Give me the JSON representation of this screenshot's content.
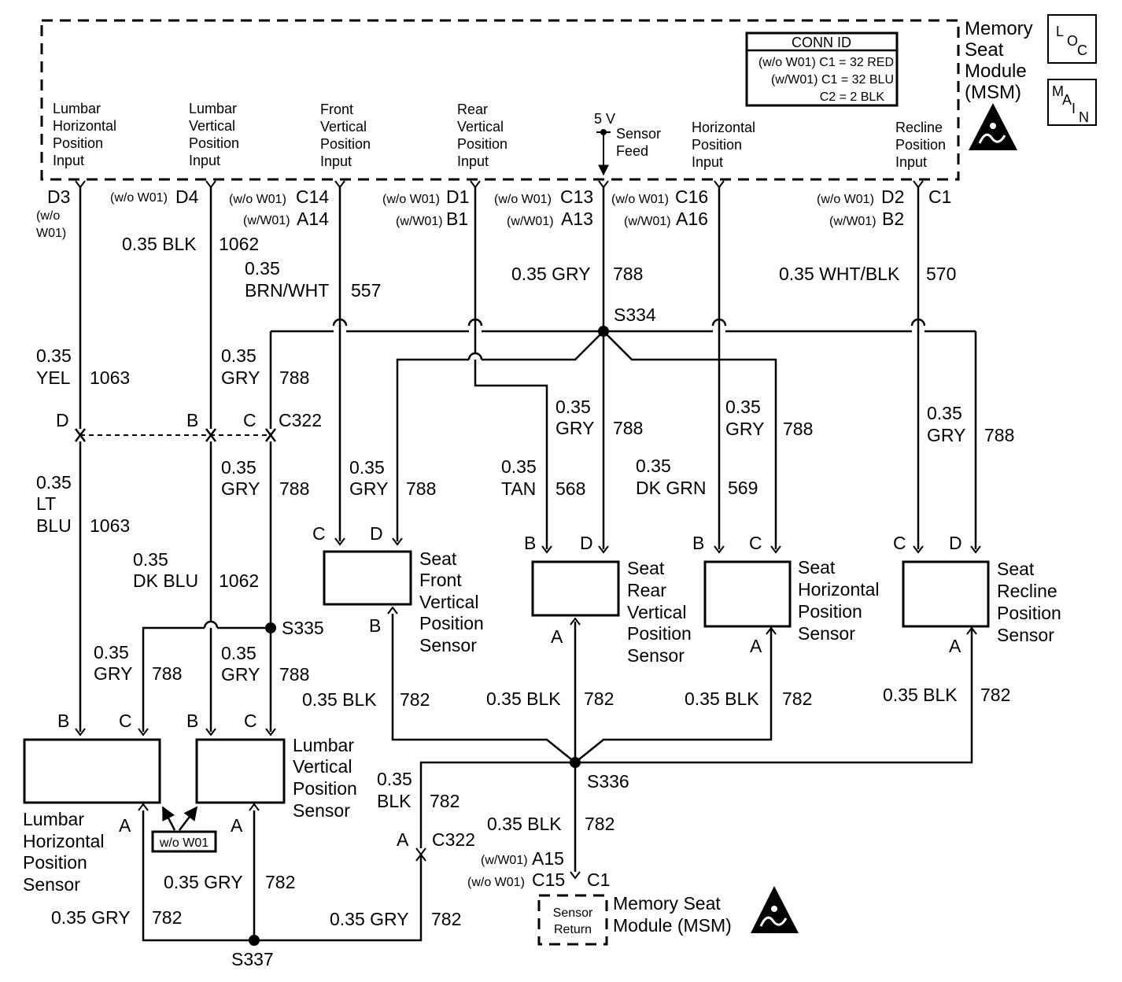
{
  "module": {
    "title_lines": [
      "Memory",
      "Seat",
      "Module",
      "(MSM)"
    ],
    "loc_badge": [
      "L",
      "O",
      "C"
    ],
    "main_badge": [
      "M",
      "A",
      "I",
      "N"
    ],
    "esd_icon": "esd-warning-triangle-icon",
    "conn_id": {
      "header": "CONN ID",
      "rows": [
        "(w/o W01) C1 = 32 RED",
        "(w/W01) C1 = 32 BLU",
        "C2 = 2 BLK"
      ]
    },
    "inputs": [
      [
        "Lumbar",
        "Horizontal",
        "Position",
        "Input"
      ],
      [
        "Lumbar",
        "Vertical",
        "Position",
        "Input"
      ],
      [
        "Front",
        "Vertical",
        "Position",
        "Input"
      ],
      [
        "Rear",
        "Vertical",
        "Position",
        "Input"
      ],
      [
        "Horizontal",
        "Position",
        "Input"
      ],
      [
        "Recline",
        "Position",
        "Input"
      ]
    ],
    "sensor_feed": {
      "voltage": "5 V",
      "lines": [
        "Sensor",
        "Feed"
      ]
    }
  },
  "pins": {
    "d3": "D3",
    "d3_note": [
      "(w/o",
      "W01)"
    ],
    "d4_note": "(w/o W01)",
    "d4": "D4",
    "c14_note": "(w/o W01)",
    "c14": "C14",
    "a14_note": "(w/W01)",
    "a14": "A14",
    "d1_note": "(w/o W01)",
    "d1": "D1",
    "b1_note": "(w/W01)",
    "b1": "B1",
    "c13_note": "(w/o W01)",
    "c13": "C13",
    "a13_note": "(w/W01)",
    "a13": "A13",
    "c16_note": "(w/o W01)",
    "c16": "C16",
    "a16_note": "(w/W01)",
    "a16": "A16",
    "d2_note": "(w/o W01)",
    "d2": "D2",
    "b2_note": "(w/W01)",
    "b2": "B2",
    "c1_top": "C1"
  },
  "wires": {
    "w1062_top": [
      "0.35 BLK",
      "1062"
    ],
    "w557": [
      "0.35",
      "BRN/WHT",
      "557"
    ],
    "w788_top": [
      "0.35 GRY",
      "788"
    ],
    "w570": [
      "0.35 WHT/BLK",
      "570"
    ],
    "w1063_yel": [
      "0.35",
      "YEL",
      "1063"
    ],
    "w788_c322_top": [
      "0.35",
      "GRY",
      "788"
    ],
    "w1063_ltblu": [
      "0.35",
      "LT",
      "BLU",
      "1063"
    ],
    "w788_c322_bot": [
      "0.35",
      "GRY",
      "788"
    ],
    "w1062_dkblu": [
      "0.35",
      "DK BLU",
      "1062"
    ],
    "w788_lh": [
      "0.35",
      "GRY",
      "788"
    ],
    "w788_lv": [
      "0.35",
      "GRY",
      "788"
    ],
    "w788_fv": [
      "0.35",
      "GRY",
      "788"
    ],
    "w788_rv": [
      "0.35",
      "GRY",
      "788"
    ],
    "w788_hz": [
      "0.35",
      "GRY",
      "788"
    ],
    "w788_rc": [
      "0.35",
      "GRY",
      "788"
    ],
    "w568": [
      "0.35",
      "TAN",
      "568"
    ],
    "w569": [
      "0.35",
      "DK GRN",
      "569"
    ],
    "w782_fv": [
      "0.35 BLK",
      "782"
    ],
    "w782_rv": [
      "0.35 BLK",
      "782"
    ],
    "w782_hz": [
      "0.35 BLK",
      "782"
    ],
    "w782_rc": [
      "0.35 BLK",
      "782"
    ],
    "w782_c322": [
      "0.35",
      "BLK",
      "782"
    ],
    "w782_ret": [
      "0.35 BLK",
      "782"
    ],
    "w782_lv": [
      "0.35 GRY",
      "782"
    ],
    "w782_lh": [
      "0.35 GRY",
      "782"
    ],
    "w782_c322b": [
      "0.35 GRY",
      "782"
    ]
  },
  "splices": {
    "s334": "S334",
    "s335": "S335",
    "s336": "S336",
    "s337": "S337"
  },
  "connectors": {
    "c322_pins": [
      "D",
      "B",
      "C"
    ],
    "c322_label": "C322",
    "c322_lower_pin": "A",
    "c322_lower_label": "C322"
  },
  "sensors": {
    "front_vertical": {
      "lines": [
        "Seat",
        "Front",
        "Vertical",
        "Position",
        "Sensor"
      ],
      "pins": [
        "C",
        "D",
        "B"
      ]
    },
    "rear_vertical": {
      "lines": [
        "Seat",
        "Rear",
        "Vertical",
        "Position",
        "Sensor"
      ],
      "pins": [
        "B",
        "D",
        "A"
      ]
    },
    "horizontal": {
      "lines": [
        "Seat",
        "Horizontal",
        "Position",
        "Sensor"
      ],
      "pins": [
        "B",
        "C",
        "A"
      ]
    },
    "recline": {
      "lines": [
        "Seat",
        "Recline",
        "Position",
        "Sensor"
      ],
      "pins": [
        "C",
        "D",
        "A"
      ]
    },
    "lumbar_horizontal": {
      "lines": [
        "Lumbar",
        "Horizontal",
        "Position",
        "Sensor"
      ],
      "pins": [
        "B",
        "C",
        "A"
      ]
    },
    "lumbar_vertical": {
      "lines": [
        "Lumbar",
        "Vertical",
        "Position",
        "Sensor"
      ],
      "pins": [
        "B",
        "C",
        "A"
      ]
    }
  },
  "option_note": "w/o W01",
  "sensor_return": {
    "a15_note": "(w/W01)",
    "a15": "A15",
    "c15_note": "(w/o W01)",
    "c15": "C15",
    "c1": "C1",
    "box_lines": [
      "Sensor",
      "Return"
    ],
    "module_lines": [
      "Memory Seat",
      "Module (MSM)"
    ]
  }
}
